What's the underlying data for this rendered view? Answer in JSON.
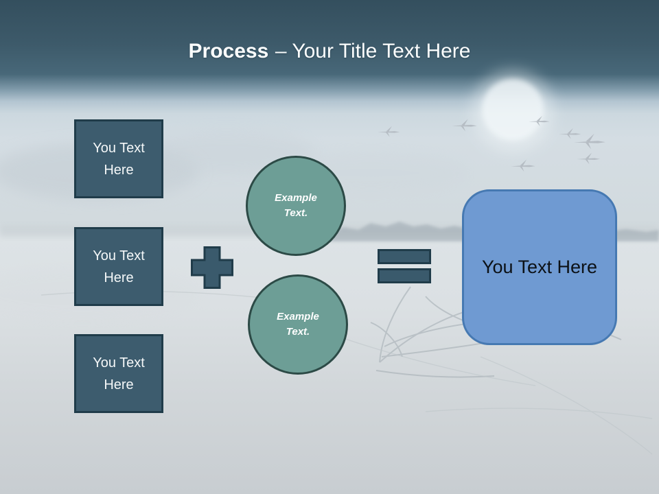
{
  "title": {
    "emphasis": "Process",
    "rest": "– Your Title Text Here"
  },
  "left_boxes": [
    {
      "label": "You Text Here"
    },
    {
      "label": "You Text Here"
    },
    {
      "label": "You Text Here"
    }
  ],
  "operators": {
    "plus_icon": "plus",
    "equals_icon": "equals"
  },
  "circles": [
    {
      "label": "Example Text."
    },
    {
      "label": "Example Text."
    }
  ],
  "result_box": {
    "label": "You Text Here"
  },
  "background": {
    "scene": "foggy frozen lake with moon, flying swans and branches",
    "moon": "pale moon upper right-center",
    "birds_count": 7
  },
  "colors": {
    "header_top": "#344f5e",
    "header_mid": "#486879",
    "fog": "#ccd8df",
    "ice": "#d8dde0",
    "dark_shape_fill": "#3d5c6e",
    "dark_shape_border": "#203c4a",
    "circle_fill": "#6d9e96",
    "circle_border": "#2c4a46",
    "result_fill": "#6f9ad2",
    "result_border": "#4679b2",
    "title_text": "#fbfdfd",
    "result_text": "#0c1116"
  }
}
